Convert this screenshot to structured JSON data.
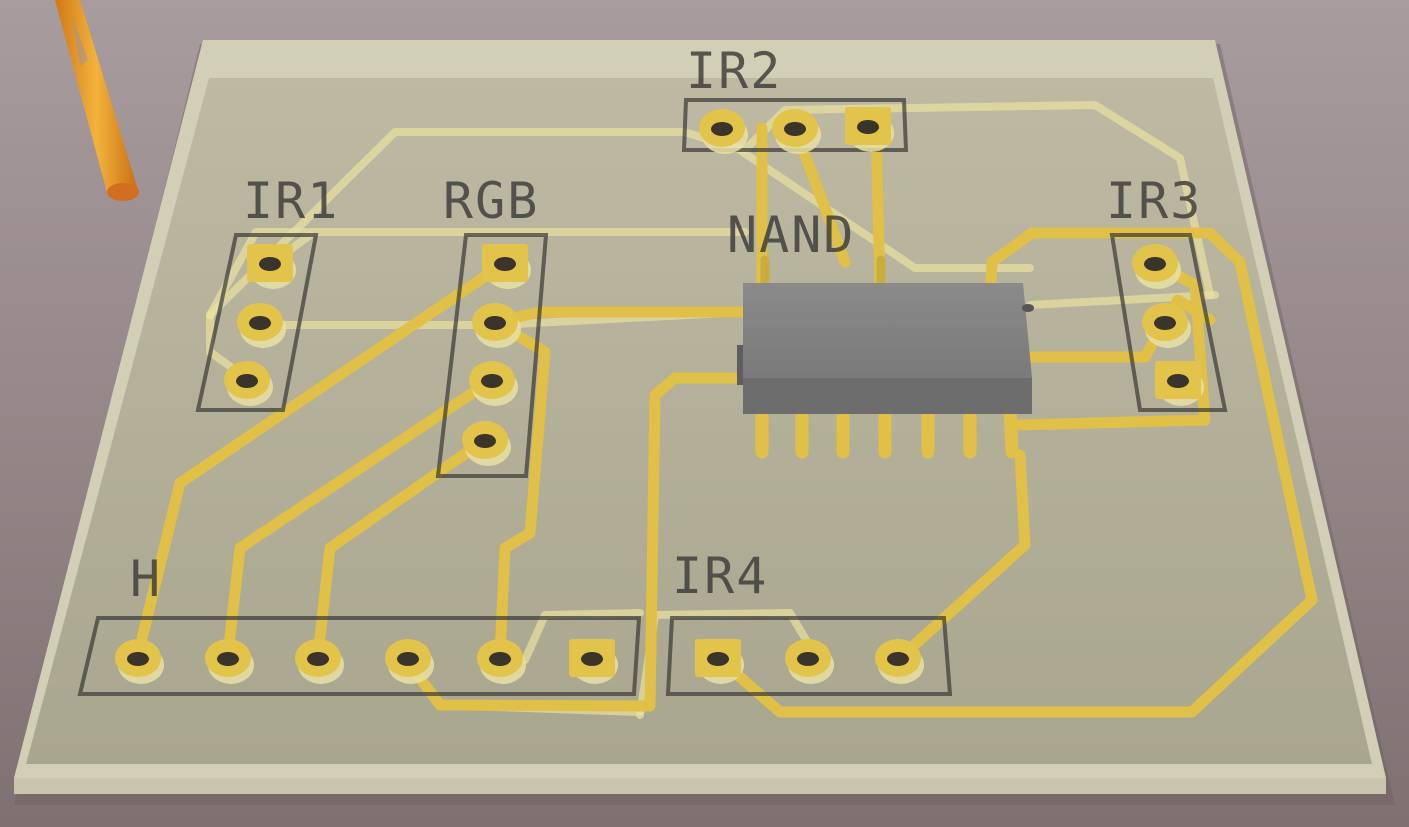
{
  "board": {
    "labels": {
      "ir1": "IR1",
      "rgb": "RGB",
      "ir2": "IR2",
      "ir3": "IR3",
      "nand": "NAND",
      "h": "H",
      "ir4": "IR4"
    }
  },
  "colors": {
    "background": "#9a8c8e",
    "board": "#b4b19a",
    "board_edge": "#d4d0b8",
    "copper": "#e3c44a",
    "trace_shadow": "#ece39a",
    "silkscreen": "#3b3b38",
    "chip_body": "#7b7b7b",
    "probe": "#e89a28"
  }
}
